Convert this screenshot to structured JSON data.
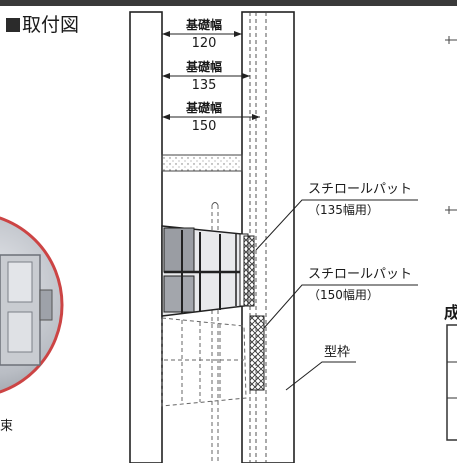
{
  "heading": "取付図",
  "dimensions": [
    {
      "label": "基礎幅",
      "value": "120"
    },
    {
      "label": "基礎幅",
      "value": "135"
    },
    {
      "label": "基礎幅",
      "value": "150"
    }
  ],
  "callouts": [
    {
      "title": "スチロールパット",
      "sub": "（135幅用）"
    },
    {
      "title": "スチロールパット",
      "sub": "（150幅用）"
    }
  ],
  "formwork_label": "型枠",
  "left_fragment_text": "束",
  "right_fragment_text": "成"
}
